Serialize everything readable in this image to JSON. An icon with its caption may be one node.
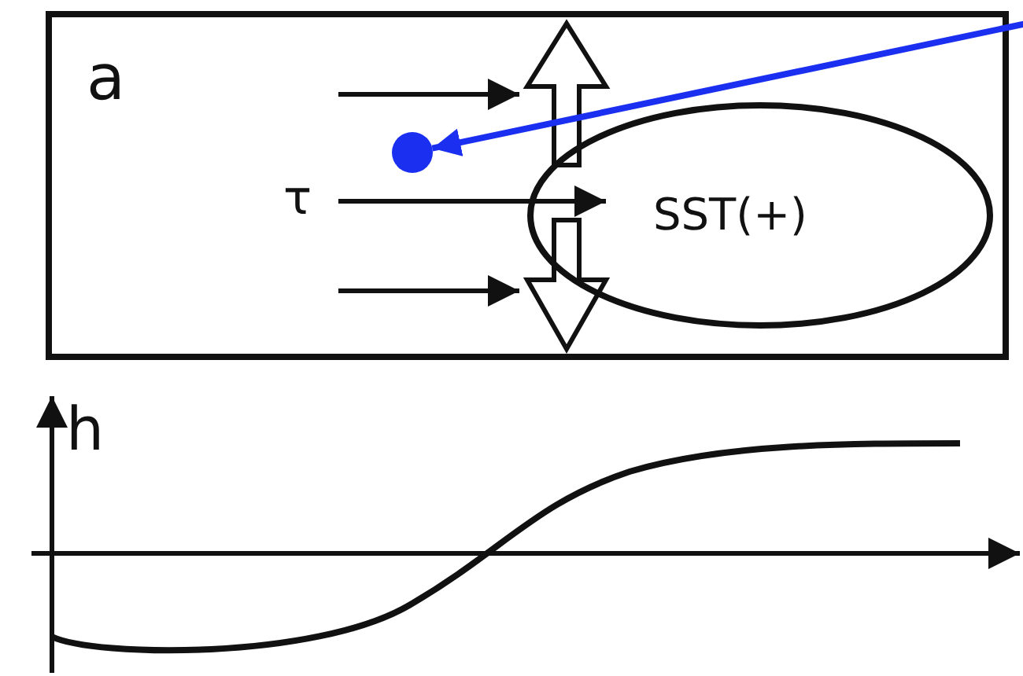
{
  "diagram": {
    "nodes": [
      {
        "text": [
          "SST(+)"
        ]
      },
      {
        "text": [],
        "shape": "circle"
      }
    ],
    "edges": [
      {
        "from": null,
        "to": 1,
        "arrow": "to",
        "color": "#1a2ff0"
      }
    ],
    "labels": [
      "a",
      "τ",
      "h"
    ]
  }
}
